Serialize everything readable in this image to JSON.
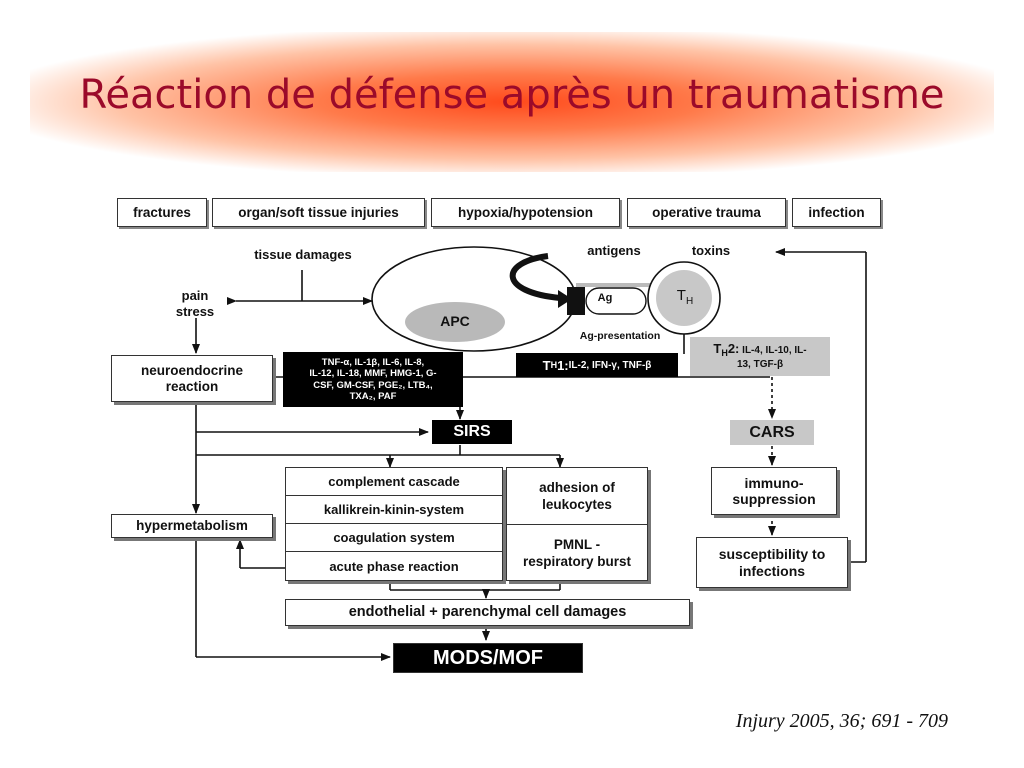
{
  "slide": {
    "title": "Réaction de défense après un traumatisme",
    "citation": "Injury 2005, 36; 691 - 709"
  },
  "colors": {
    "title": "#9b0a2a",
    "band": "#ff4a1c",
    "grey_box": "#c8c8c8",
    "dark_box": "#000000"
  },
  "diagram": {
    "causes": [
      "fractures",
      "organ/soft tissue injuries",
      "hypoxia/hypotension",
      "operative trauma",
      "infection"
    ],
    "tissue_damages": "tissue damages",
    "pain": "pain",
    "stress": "stress",
    "antigens": "antigens",
    "toxins": "toxins",
    "apc": "APC",
    "ag": "Ag",
    "th_main": "T",
    "th_sub": "H",
    "ag_presentation": "Ag-presentation",
    "neuroendocrine_1": "neuroendocrine",
    "neuroendocrine_2": "reaction",
    "cytokines_1": "TNF-α, IL-1β, IL-6, IL-8,",
    "cytokines_2": "IL-12, IL-18, MMF, HMG-1, G-",
    "cytokines_3": "CSF, GM-CSF, PGE₂, LTB₄,",
    "cytokines_4": "TXA₂, PAF",
    "th1_main": "T",
    "th1_sub": "H",
    "th1_num": "1:",
    "th1_rest": " IL-2, IFN-γ, TNF-β",
    "th2_main": "T",
    "th2_sub": "H",
    "th2_num": "2:",
    "th2_rest_1": " IL-4, IL-10, IL-",
    "th2_rest_2": "13, TGF-β",
    "sirs": "SIRS",
    "cars": "CARS",
    "immuno_1": "immuno-",
    "immuno_2": "suppression",
    "hypermetabolism": "hypermetabolism",
    "cascade": [
      "complement cascade",
      "kallikrein-kinin-system",
      "coagulation system",
      "acute phase reaction"
    ],
    "adhesion_1": "adhesion of",
    "adhesion_2": "leukocytes",
    "pmnl_1": "PMNL -",
    "pmnl_2": "respiratory burst",
    "suscept_1": "susceptibility to",
    "suscept_2": "infections",
    "endothelial": "endothelial + parenchymal cell damages",
    "mods": "MODS/MOF"
  }
}
